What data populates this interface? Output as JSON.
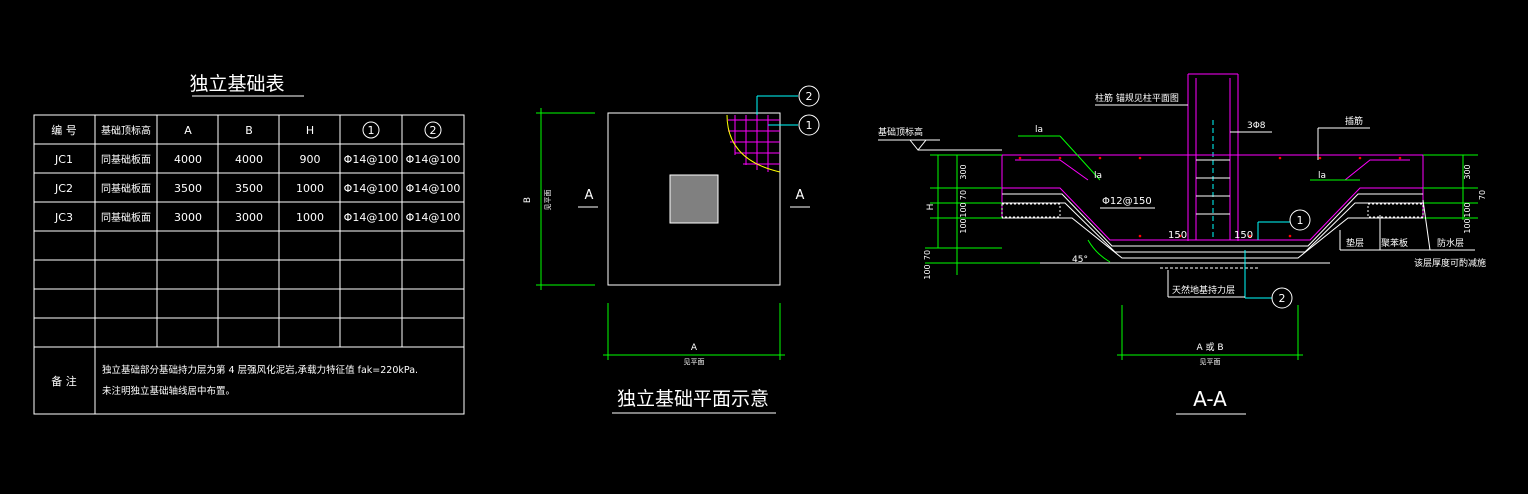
{
  "colors": {
    "background": "#000000",
    "line": "#ffffff",
    "rebar": "#ff00ff",
    "dimension": "#00ff00",
    "leader": "#00ffff",
    "arc": "#ffff00",
    "column": "#808080"
  },
  "table": {
    "title": "独立基础表",
    "headers": [
      "编 号",
      "基础顶标高",
      "A",
      "B",
      "H",
      "1",
      "2"
    ],
    "rows": [
      [
        "JC1",
        "同基础板面",
        "4000",
        "4000",
        "900",
        "Φ14@100",
        "Φ14@100"
      ],
      [
        "JC2",
        "同基础板面",
        "3500",
        "3500",
        "1000",
        "Φ14@100",
        "Φ14@100"
      ],
      [
        "JC3",
        "同基础板面",
        "3000",
        "3000",
        "1000",
        "Φ14@100",
        "Φ14@100"
      ]
    ],
    "remark_label": "备 注",
    "remark_line1": "独立基础部分基础持力层为第 4 层强风化泥岩,承载力特征值 fak=220kPa.",
    "remark_line2": "未注明独立基础轴线居中布置。"
  },
  "plan": {
    "title": "独立基础平面示意",
    "section_mark": "A",
    "dim_bottom": "A",
    "dim_bottom_sub": "见平面",
    "dim_left": "B",
    "dim_left_sub": "见平面",
    "callout_1": "1",
    "callout_2": "2"
  },
  "section": {
    "title": "A-A",
    "column_note": "柱筋 锚规见柱平面图",
    "stirrup_note": "3Φ8",
    "anchor_note": "插筋",
    "top_label": "基础顶标高",
    "la": "la",
    "rebar_note": "Φ12@150",
    "dim_150a": "150",
    "dim_150b": "150",
    "angle": "45°",
    "h_label": "H",
    "left_dims": [
      "300",
      "70",
      "100",
      "100",
      "100",
      "70"
    ],
    "right_dims": [
      "300",
      "70",
      "100",
      "100"
    ],
    "cushion": "垫层",
    "poly_board": "聚苯板",
    "waterproof": "防水层",
    "protect": "该层厚度可酌减施",
    "bearing": "天然地基持力层",
    "dim_bottom": "A 或 B",
    "dim_bottom_sub": "见平面",
    "callout_1": "1",
    "callout_2": "2"
  }
}
